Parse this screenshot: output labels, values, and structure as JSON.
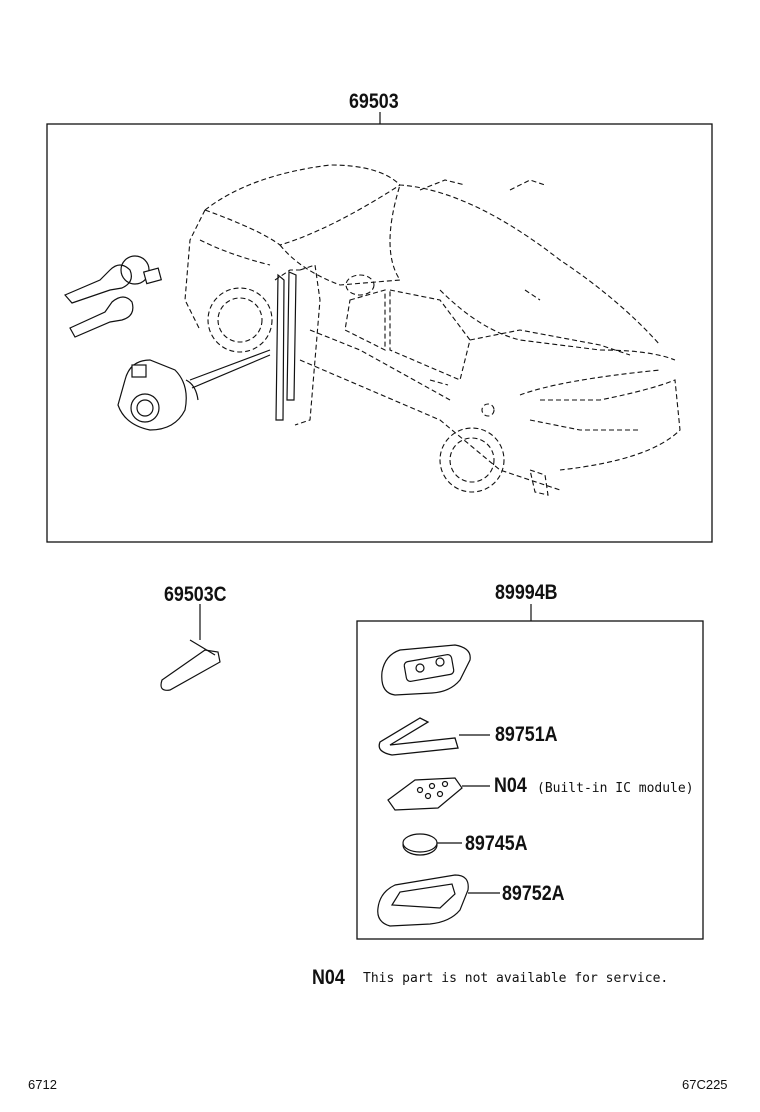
{
  "main_assembly": {
    "part_number": "69503"
  },
  "key_blade": {
    "part_number": "69503C"
  },
  "smart_key": {
    "part_number": "89994B",
    "components": [
      {
        "part_number": "89751A",
        "note": ""
      },
      {
        "part_number": "N04",
        "note": "(Built-in IC module)"
      },
      {
        "part_number": "89745A",
        "note": ""
      },
      {
        "part_number": "89752A",
        "note": ""
      }
    ]
  },
  "footnote": {
    "code": "N04",
    "text": "This part is not available for service."
  },
  "footer": {
    "left_code": "6712",
    "right_code": "67C225"
  }
}
